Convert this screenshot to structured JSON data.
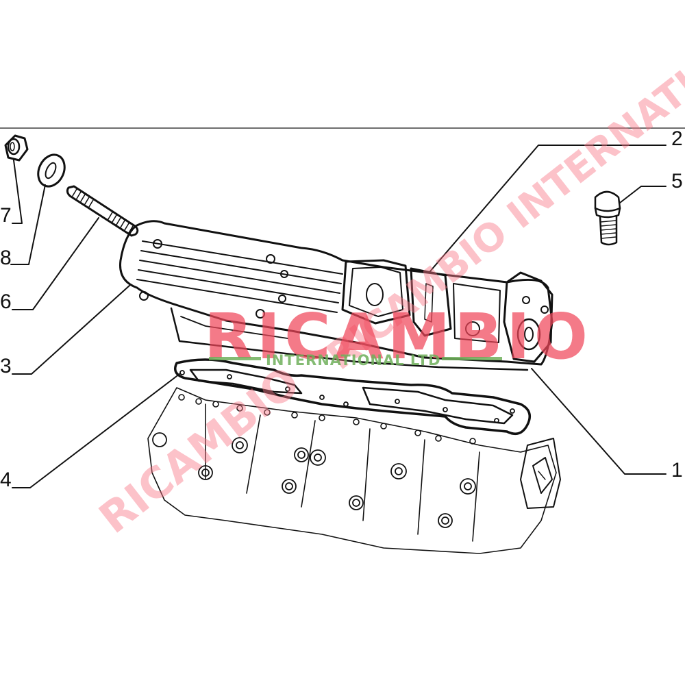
{
  "diagram": {
    "type": "exploded-parts-diagram",
    "subject": "cylinder head cover assembly",
    "callouts": [
      {
        "number": "1",
        "part": "rocker cover gasket (outer)"
      },
      {
        "number": "2",
        "part": "oil filler / breather cover"
      },
      {
        "number": "3",
        "part": "cylinder head cover"
      },
      {
        "number": "4",
        "part": "cylinder head gasket / cover gasket"
      },
      {
        "number": "5",
        "part": "bolt"
      },
      {
        "number": "6",
        "part": "stud"
      },
      {
        "number": "7",
        "part": "nut"
      },
      {
        "number": "8",
        "part": "washer"
      }
    ],
    "labels": {
      "c1": "1",
      "c2": "2",
      "c3": "3",
      "c4": "4",
      "c5": "5",
      "c6": "6",
      "c7": "7",
      "c8": "8"
    }
  },
  "watermark": {
    "brand": "RICAMBIO",
    "tagline": "INTERNATIONAL LTD",
    "diagonal_text": "RICAMBIO INTERNATIONAL",
    "brand_color": "#f0465a",
    "tagline_color": "#6eaf5a"
  },
  "colors": {
    "line_art": "#111111",
    "background": "#ffffff",
    "rule": "#6e6e6e"
  }
}
